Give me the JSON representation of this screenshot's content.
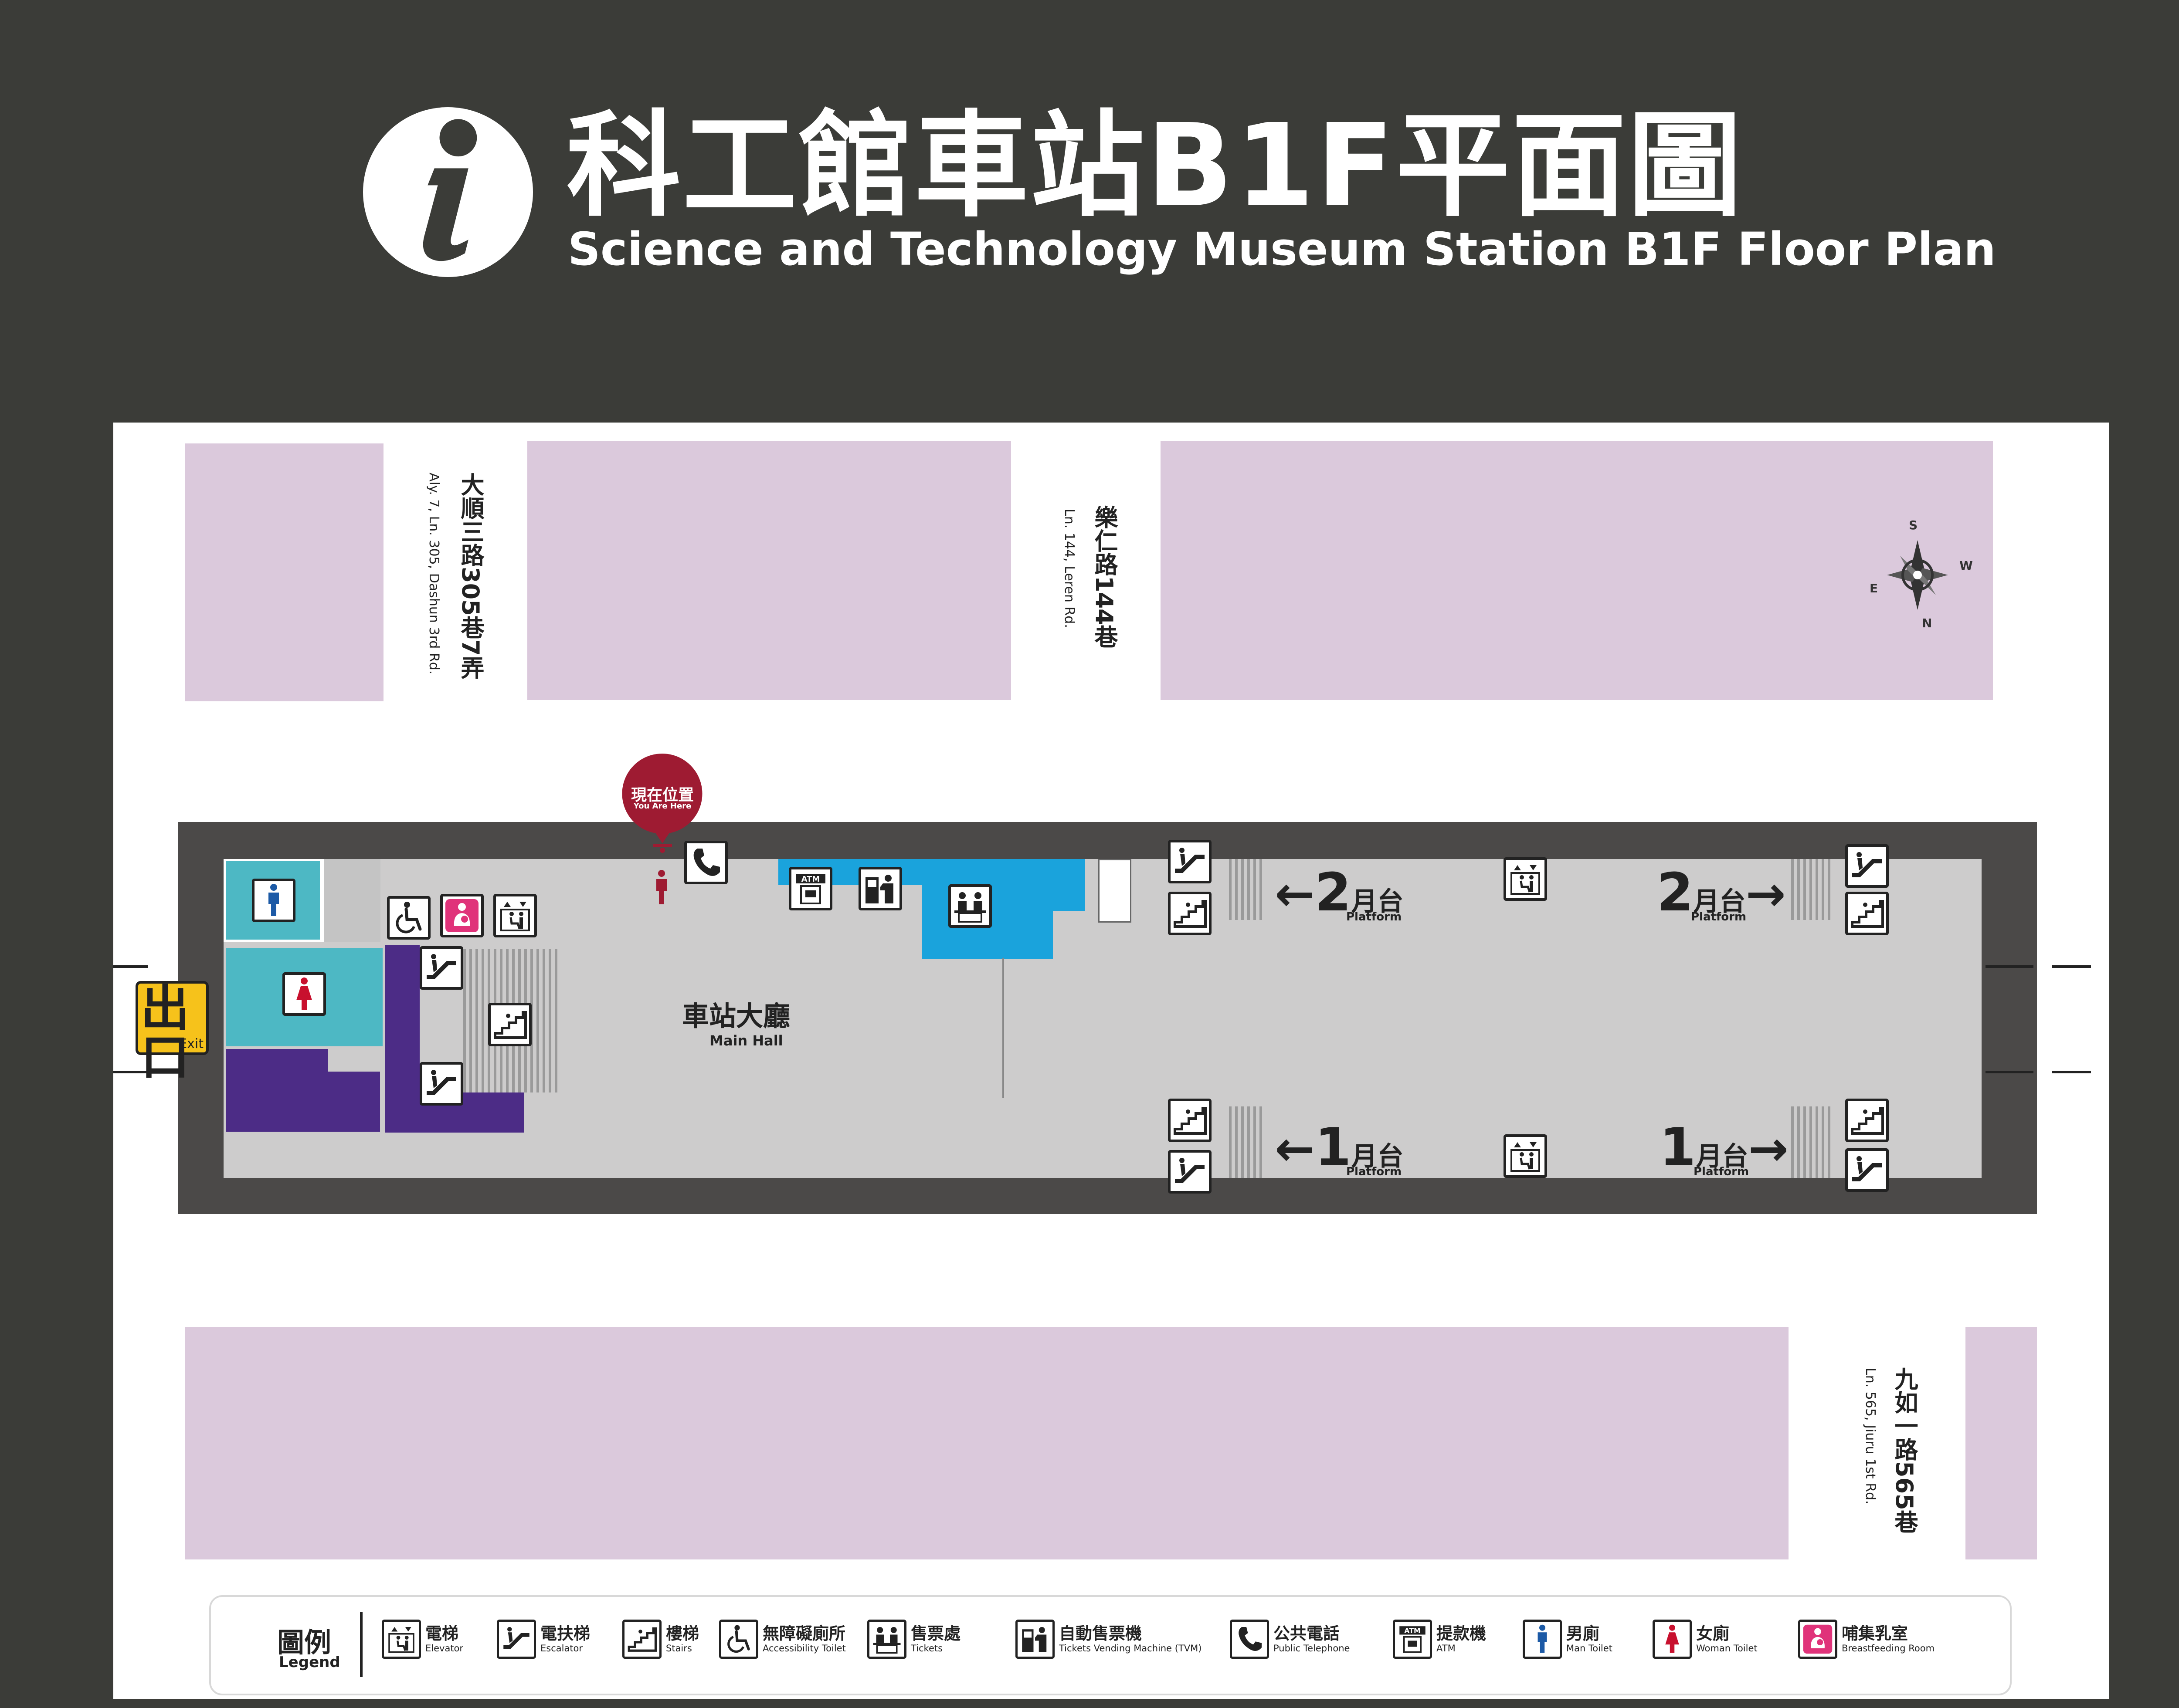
{
  "header": {
    "title_zh": "科工館車站B1F平面圖",
    "title_en": "Science and Technology Museum Station B1F Floor Plan",
    "icon": "info-icon"
  },
  "streets": {
    "dashun": {
      "zh": "大順三路305巷7弄",
      "en": "Aly. 7, Ln. 305, Dashun 3rd Rd."
    },
    "leren": {
      "zh": "樂仁路144巷",
      "en": "Ln. 144, Leren Rd."
    },
    "jiuru": {
      "zh": "九如一路565巷",
      "en": "Ln. 565, Jiuru 1st Rd."
    }
  },
  "compass": {
    "n": "N",
    "s": "S",
    "e": "E",
    "w": "W"
  },
  "you_are_here": {
    "zh": "現在位置",
    "en": "You Are Here",
    "color": "#9e1b32"
  },
  "exit": {
    "zh": "出口",
    "en": "Exit",
    "color": "#f6c21b"
  },
  "main_hall": {
    "zh": "車站大廳",
    "en": "Main Hall"
  },
  "platforms": {
    "upper_left": {
      "num": "2",
      "zh": "月台",
      "en": "Platform",
      "arrow": "←"
    },
    "upper_right": {
      "num": "2",
      "zh": "月台",
      "en": "Platform",
      "arrow": "→"
    },
    "lower_left": {
      "num": "1",
      "zh": "月台",
      "en": "Platform",
      "arrow": "←"
    },
    "lower_right": {
      "num": "1",
      "zh": "月台",
      "en": "Platform",
      "arrow": "→"
    }
  },
  "atm_label": "ATM",
  "legend": {
    "title_zh": "圖例",
    "title_en": "Legend",
    "items": [
      {
        "zh": "電梯",
        "en": "Elevator",
        "icon": "elevator-icon"
      },
      {
        "zh": "電扶梯",
        "en": "Escalator",
        "icon": "escalator-icon"
      },
      {
        "zh": "樓梯",
        "en": "Stairs",
        "icon": "stairs-icon"
      },
      {
        "zh": "無障礙廁所",
        "en": "Accessibility Toilet",
        "icon": "wheelchair-icon"
      },
      {
        "zh": "售票處",
        "en": "Tickets",
        "icon": "ticket-office-icon"
      },
      {
        "zh": "自動售票機",
        "en": "Tickets Vending Machine (TVM)",
        "icon": "tvm-icon"
      },
      {
        "zh": "公共電話",
        "en": "Public Telephone",
        "icon": "telephone-icon"
      },
      {
        "zh": "提款機",
        "en": "ATM",
        "icon": "atm-icon"
      },
      {
        "zh": "男廁",
        "en": "Man Toilet",
        "icon": "man-toilet-icon"
      },
      {
        "zh": "女廁",
        "en": "Woman Toilet",
        "icon": "woman-toilet-icon"
      },
      {
        "zh": "哺集乳室",
        "en": "Breastfeeding Room",
        "icon": "breastfeeding-icon"
      }
    ]
  },
  "colors": {
    "background": "#3b3c38",
    "building": "#dbc9dc",
    "concourse": "#cdcccc",
    "station_wall": "#4b4948",
    "toilet_teal": "#4db8c4",
    "service_blue": "#1aa3dc",
    "purple_area": "#4c2c86"
  }
}
